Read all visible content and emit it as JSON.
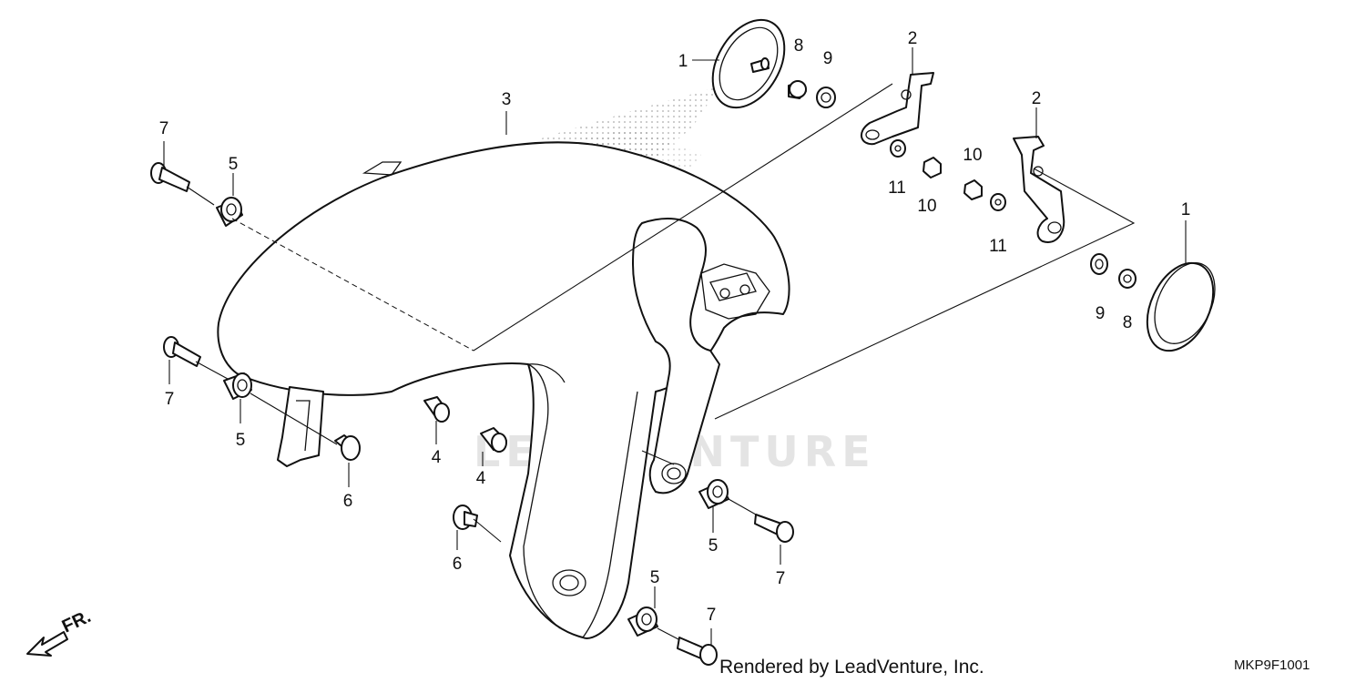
{
  "diagram": {
    "callouts": {
      "c1_top": "1",
      "c1_right": "1",
      "c2_top": "2",
      "c2_right": "2",
      "c3": "3",
      "c4_a": "4",
      "c4_b": "4",
      "c5_tl": "5",
      "c5_ml": "5",
      "c5_br": "5",
      "c5_bm": "5",
      "c6_left": "6",
      "c6_mid": "6",
      "c7_tl": "7",
      "c7_ml": "7",
      "c7_br": "7",
      "c7_bm": "7",
      "c8_top": "8",
      "c8_right": "8",
      "c9_top": "9",
      "c9_right": "9",
      "c10_a": "10",
      "c10_b": "10",
      "c11_a": "11",
      "c11_b": "11"
    },
    "watermark": "LEADVENTURE",
    "direction_label": "FR.",
    "footer_credit": "Rendered by LeadVenture, Inc.",
    "diagram_code": "MKP9F1001"
  }
}
